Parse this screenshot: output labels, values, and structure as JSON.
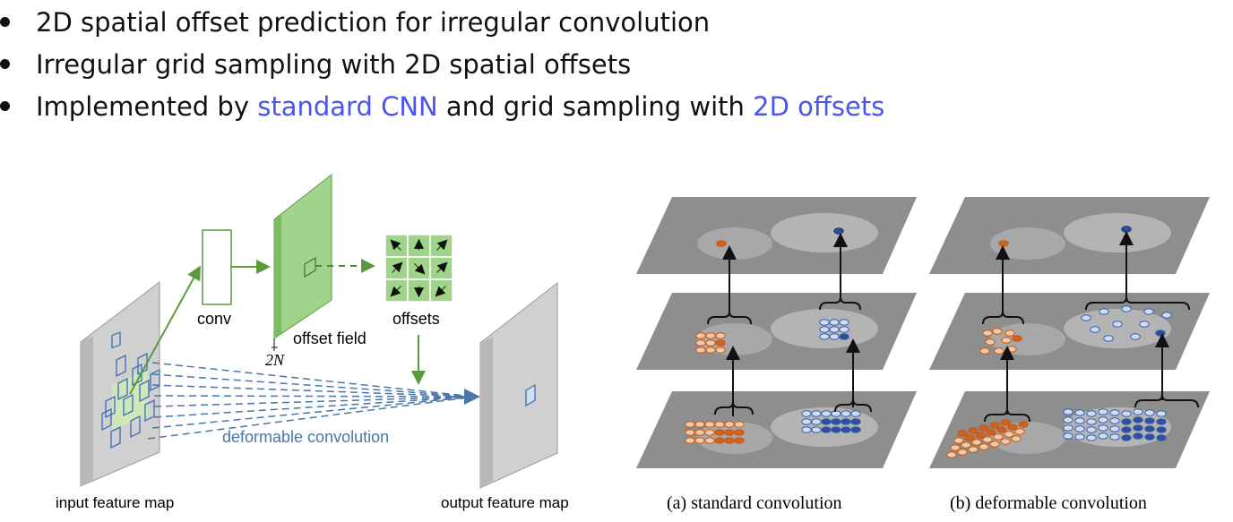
{
  "bullets": [
    {
      "text": "2D spatial offset prediction for irregular convolution"
    },
    {
      "text": "Irregular grid sampling with 2D spatial offsets"
    },
    {
      "prefix": "Implemented by ",
      "hl1": "standard CNN",
      "mid": " and grid sampling with ",
      "hl2": "2D offsets"
    }
  ],
  "colors": {
    "highlight": "#4a54ef",
    "green": "#8fce7b",
    "blue_arrow": "#4a76a8",
    "orange": "#d2601e",
    "blue_dot": "#2c4f9e"
  },
  "left_diagram": {
    "conv_label": "conv",
    "offset_field_label": "offset field",
    "two_n_label": "2N",
    "offsets_label": "offsets",
    "deformable_label": "deformable convolution",
    "input_label": "input feature map",
    "output_label": "output feature map"
  },
  "right_diagram": {
    "caption_a": "(a) standard convolution",
    "caption_b": "(b) deformable convolution"
  }
}
